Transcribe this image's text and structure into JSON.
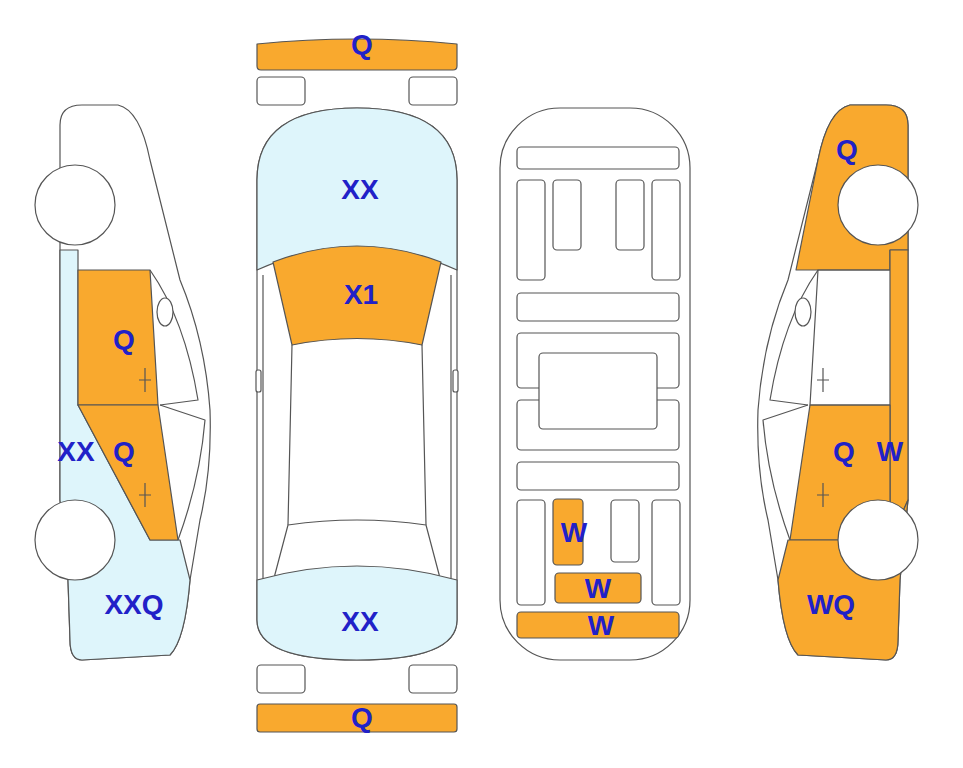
{
  "diagram": {
    "labels": [
      "Q",
      "XX",
      "X1",
      "XX",
      "Q",
      "Q",
      "XX",
      "Q",
      "XXQ",
      "W",
      "W",
      "W",
      "Q",
      "Q",
      "W",
      "WQ"
    ]
  }
}
